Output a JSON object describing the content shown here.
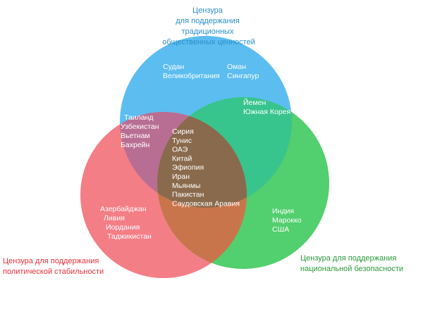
{
  "colors": {
    "traditional": "#5bbdf0",
    "political": "#f47e86",
    "national": "#52cf6e",
    "center_overlap": "#8a6a4c",
    "label_traditional": "#2a8fc9",
    "label_political": "#e8313a",
    "label_national": "#2a9a3a",
    "country_text": "#ffffff"
  },
  "sets": {
    "traditional": {
      "label": [
        "Цензура",
        "для поддержания",
        "традиционных",
        "общественных ценностей"
      ]
    },
    "political": {
      "label": [
        "Цензура для поддержания",
        "политической стабильности"
      ]
    },
    "national": {
      "label": [
        "Цензура для поддержания",
        "национальной безопасности"
      ]
    }
  },
  "regions": {
    "traditional_only": [
      "Судан",
      "Великобритания"
    ],
    "traditional_only_right": [
      "Оман",
      "Сингапур"
    ],
    "traditional_national": [
      "Йемен",
      "Южная Корея"
    ],
    "traditional_political": [
      "Таиланд",
      "Узбекистан",
      "Вьетнам",
      "Бахрейн"
    ],
    "all_three": [
      "Сирия",
      "Тунис",
      "ОАЭ",
      "Китай",
      "Эфиопия",
      "Иран",
      "Мьянмы",
      "Пакистан",
      "Саудовская Аравия"
    ],
    "political_only": [
      "Азербайджан",
      "Ливия",
      "Иордания",
      "Таджикистан"
    ],
    "national_only": [
      "Индия",
      "Марокко",
      "США"
    ]
  }
}
